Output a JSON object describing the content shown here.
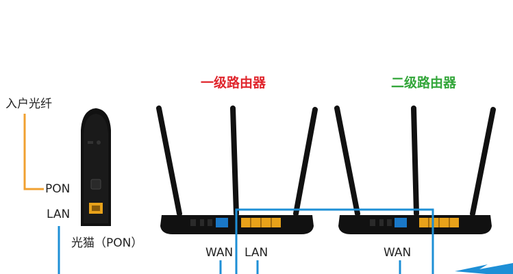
{
  "titles": {
    "router1": "一级路由器",
    "router2": "二级路由器"
  },
  "labels": {
    "fiber_in": "入户光纤",
    "pon": "PON",
    "lan_modem": "LAN",
    "modem": "光猫（PON）",
    "router1_wan": "WAN",
    "router1_lan": "LAN",
    "router2_wan": "WAN"
  },
  "colors": {
    "router1_title": "#e0262d",
    "router2_title": "#33a63a",
    "fiber_line": "#f0a030",
    "cable_line": "#1e8fd6",
    "device_body": "#111111",
    "wan_port": "#1a78c8",
    "lan_port": "#e8a21a"
  }
}
